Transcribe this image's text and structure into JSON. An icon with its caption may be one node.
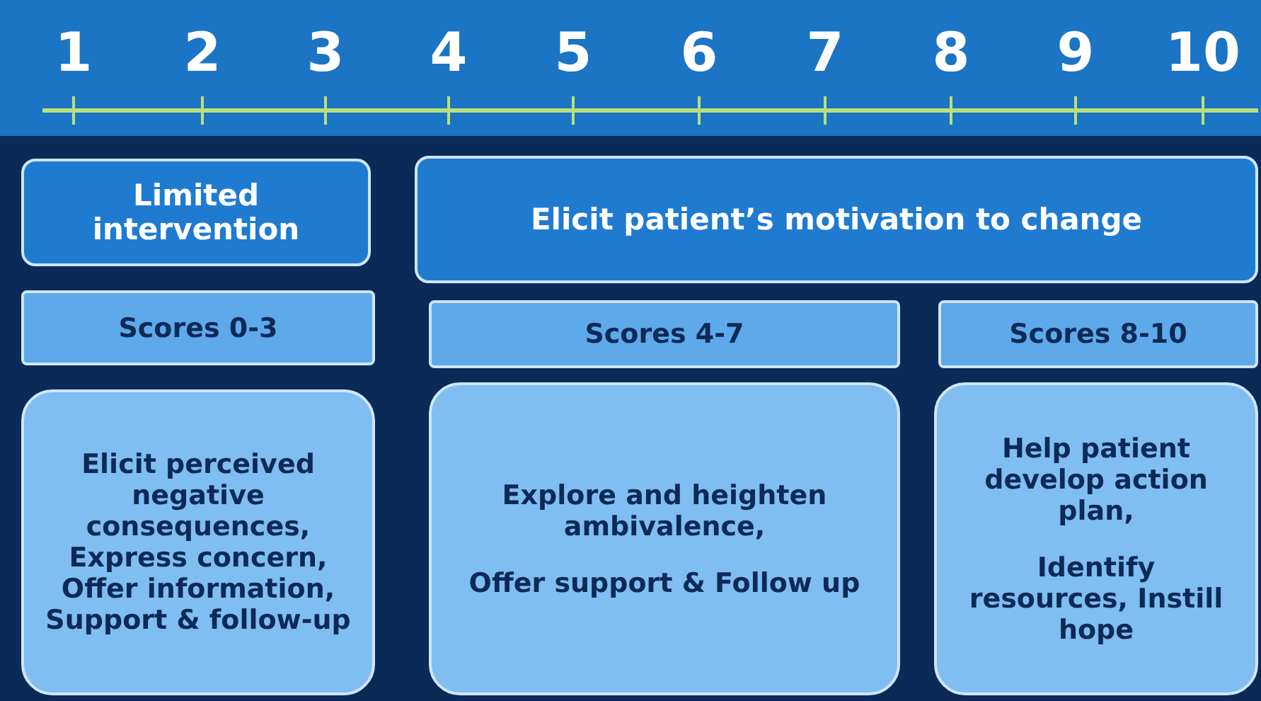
{
  "diagram": {
    "nodes": [
      {
        "text": [
          "Limited intervention"
        ]
      },
      {
        "text": [
          "Elicit patient’s motivation to change"
        ]
      },
      {
        "text": [
          "Scores 0-3"
        ]
      },
      {
        "text": [
          "Scores 4-7"
        ]
      },
      {
        "text": [
          "Scores 8-10"
        ]
      },
      {
        "text": [
          "Elicit perceived negative consequences, Express concern, Offer information, Support & follow-up"
        ]
      },
      {
        "text": [
          "Explore and heighten ambivalence,",
          "Offer support & Follow up"
        ]
      },
      {
        "text": [
          "Help patient develop action plan,",
          "Identify resources, Instill hope"
        ]
      }
    ],
    "edges": [],
    "labels": [
      "1",
      "2",
      "3",
      "4",
      "5",
      "6",
      "7",
      "8",
      "9",
      "10"
    ]
  }
}
